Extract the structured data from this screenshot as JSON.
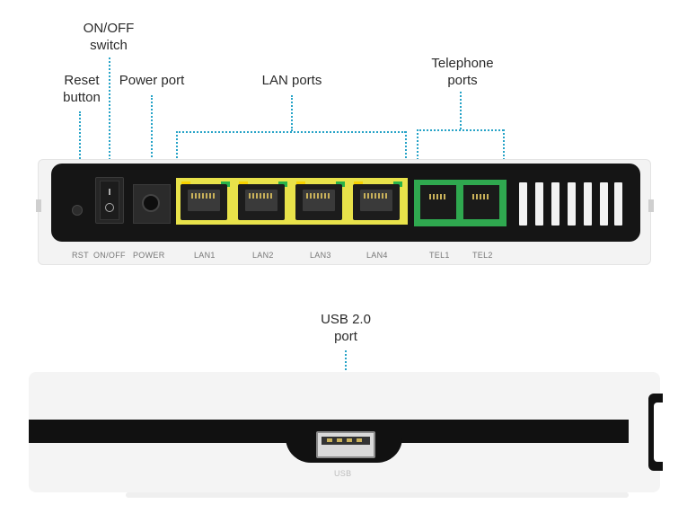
{
  "callouts": {
    "onoff_switch": [
      "ON/OFF",
      "switch"
    ],
    "reset_button": [
      "Reset",
      "button"
    ],
    "power_port": [
      "Power port"
    ],
    "lan_ports": [
      "LAN ports"
    ],
    "telephone_ports": [
      "Telephone",
      "ports"
    ],
    "usb_port": [
      "USB 2.0",
      "port"
    ]
  },
  "panel_labels": {
    "rst": "RST",
    "onoff": "ON/OFF",
    "power": "POWER",
    "lan": [
      "LAN1",
      "LAN2",
      "LAN3",
      "LAN4"
    ],
    "tel": [
      "TEL1",
      "TEL2"
    ],
    "usb": "USB"
  },
  "colors": {
    "leader": "#27a3c7",
    "lan_block": "#e8e24a",
    "tel_block": "#2fa84f",
    "led_yellow": "#f6d100",
    "led_green": "#29b34a"
  }
}
